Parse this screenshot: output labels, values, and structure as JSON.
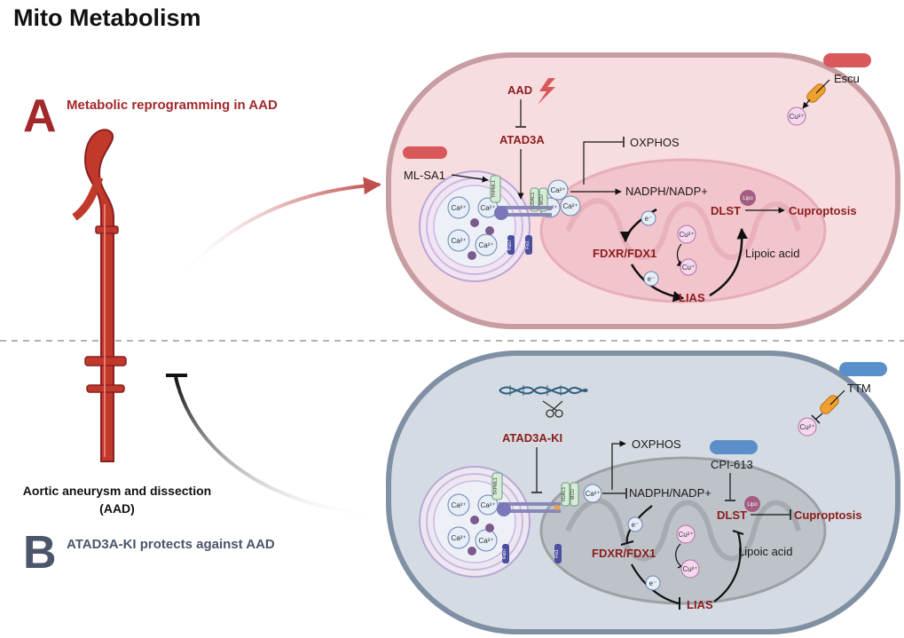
{
  "title": "Mito Metabolism",
  "panel_a": {
    "letter": "A",
    "subtitle": "Metabolic reprogramming in AAD",
    "aad": "AAD",
    "atad3a": "ATAD3A",
    "oxphos": "OXPHOS",
    "ml_sa1": "ML-SA1",
    "nadph": "NADPH/NADP+",
    "dlst": "DLST",
    "lipo": "Lipo",
    "cuproptosis": "Cuproptosis",
    "fdxr": "FDXR/FDX1",
    "lipoic": "Lipoic acid",
    "lias": "LIAS",
    "escu": "Escu",
    "ca": "Ca²⁺",
    "cu2": "Cu²⁺",
    "cu1": "Cu⁺",
    "e": "e⁻",
    "trpml1": "TRPML1",
    "vdac1": "VDAC1",
    "mcu": "MCU",
    "rab7": "Rab7",
    "fis1": "Fis1"
  },
  "panel_b": {
    "letter": "B",
    "subtitle": "ATAD3A-KI protects against AAD",
    "atad3a_ki": "ATAD3A-KI",
    "oxphos": "OXPHOS",
    "cpi": "CPI-613",
    "nadph": "NADPH/NADP+",
    "dlst": "DLST",
    "lipo": "Lipo",
    "cuproptosis": "Cuproptosis",
    "fdxr": "FDXR/FDX1",
    "lipoic": "Lipoic acid",
    "lias": "LIAS",
    "ttm": "TTM",
    "ca": "Ca²⁺",
    "cu2": "Cu²⁺",
    "e": "e⁻",
    "trpml1": "TRPML1",
    "vdac1": "VDAC1",
    "mcu": "MCU",
    "rab7": "Rab7",
    "fis1": "Fis1"
  },
  "aorta_caption": {
    "line1": "Aortic aneurysm and dissection",
    "line2": "(AAD)"
  },
  "colors": {
    "accent_red": "#a3282b",
    "panel_b_blue": "#4b566b",
    "cell_a_fill": "#f7dde0",
    "cell_b_fill": "#d4dbe2",
    "drug_red": "#d9585b",
    "drug_blue": "#5b8fc9"
  }
}
